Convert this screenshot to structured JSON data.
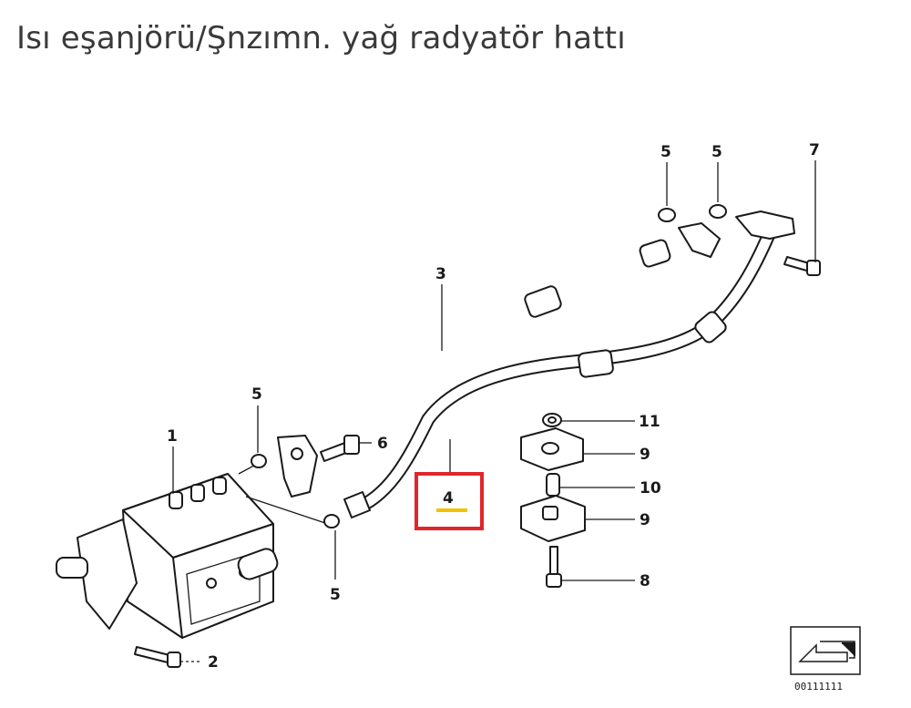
{
  "page": {
    "title": "Isı eşanjörü/Şnzımn. yağ radyatör hattı"
  },
  "diagram": {
    "labels": {
      "l1": "1",
      "l2": "2",
      "l3": "3",
      "l4": "4",
      "l5a": "5",
      "l5b": "5",
      "l5c": "5",
      "l5d": "5",
      "l6": "6",
      "l7": "7",
      "l8": "8",
      "l9a": "9",
      "l9b": "9",
      "l10": "10",
      "l11": "11"
    },
    "diagram_code": "00111111",
    "highlight": {
      "part": "4",
      "border_color": "#e0262c",
      "underline_color": "#f2c200"
    }
  }
}
